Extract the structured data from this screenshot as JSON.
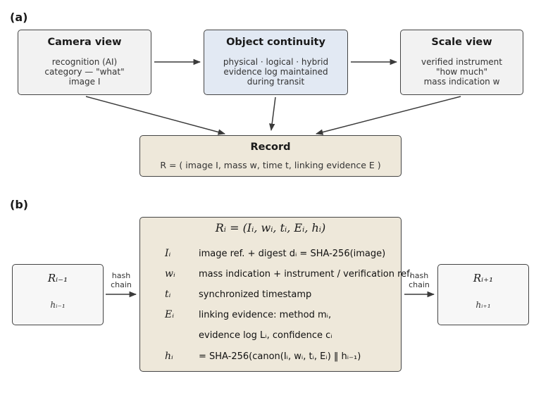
{
  "panel_a": {
    "label": "(a)",
    "camera_view": {
      "title": "Camera view",
      "lines": [
        "recognition (AI)",
        "category  —  \"what\"",
        "image  I"
      ]
    },
    "object_continuity": {
      "title": "Object continuity",
      "lines": [
        "physical  ·  logical  ·  hybrid",
        "evidence log maintained",
        "during transit"
      ]
    },
    "scale_view": {
      "title": "Scale view",
      "lines": [
        "verified instrument",
        "\"how much\"",
        "mass indication  w"
      ]
    },
    "record": {
      "title": "Record",
      "formula": "R = ( image I,  mass w,  time t,  linking evidence E )"
    }
  },
  "panel_b": {
    "label": "(b)",
    "main_formula": "Rᵢ = (Iᵢ, wᵢ, tᵢ, Eᵢ, hᵢ)",
    "fields": [
      {
        "symbol": "Iᵢ",
        "description": "image ref.  +  digest  dᵢ = SHA-256(image)"
      },
      {
        "symbol": "wᵢ",
        "description": "mass indication + instrument / verification ref."
      },
      {
        "symbol": "tᵢ",
        "description": "synchronized timestamp"
      },
      {
        "symbol": "Eᵢ",
        "description": "linking evidence:  method  mᵢ,"
      },
      {
        "symbol": "",
        "description": "evidence log  Lᵢ,  confidence  cᵢ"
      },
      {
        "symbol": "hᵢ",
        "description": " =  SHA-256(canon(Iᵢ, wᵢ, tᵢ, Eᵢ) ‖ hᵢ₋₁)"
      }
    ],
    "prev_record": {
      "main": "Rᵢ₋₁",
      "sub": "hᵢ₋₁"
    },
    "next_record": {
      "main": "Rᵢ₊₁",
      "sub": "hᵢ₊₁"
    },
    "hash_chain_left": [
      "hash",
      "chain"
    ],
    "hash_chain_right": [
      "hash",
      "chain"
    ]
  }
}
